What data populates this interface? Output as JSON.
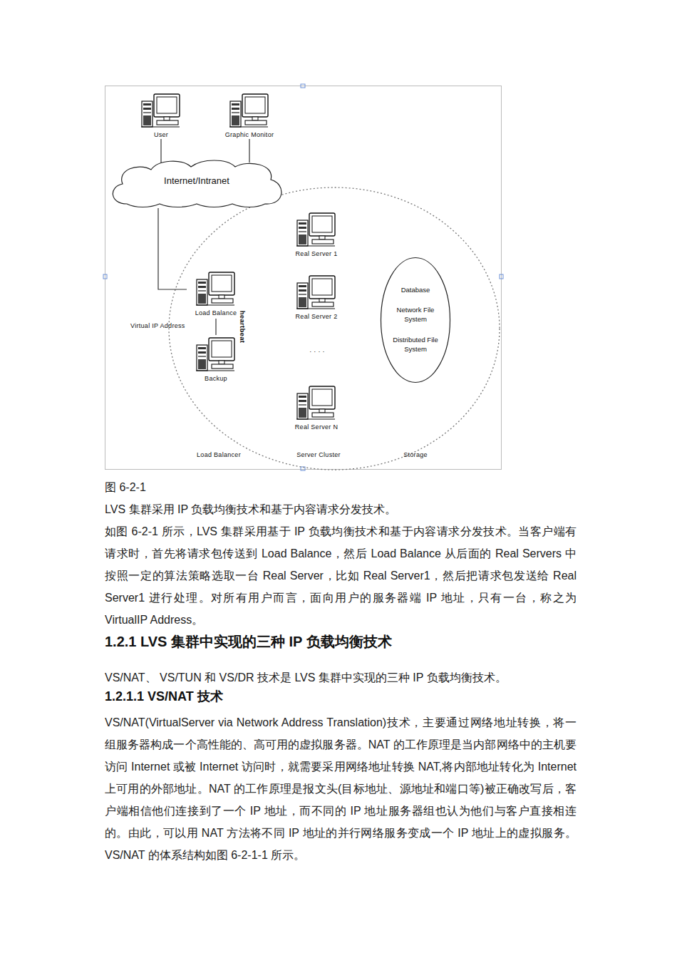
{
  "diagram": {
    "caption": "图 6-2-1",
    "nodes": [
      {
        "text": [
          "User"
        ]
      },
      {
        "text": [
          "Graphic Monitor"
        ]
      },
      {
        "text": [
          "Internet/Intranet"
        ]
      },
      {
        "text": [
          "Load Balance"
        ]
      },
      {
        "text": [
          "Backup"
        ]
      },
      {
        "text": [
          "Real Server 1"
        ]
      },
      {
        "text": [
          "Real Server 2"
        ]
      },
      {
        "text": [
          "Real Server N"
        ]
      },
      {
        "text": [
          "Database",
          "Network File System",
          "Distributed File System"
        ]
      }
    ],
    "edges": [
      {
        "from": 0,
        "to": 2,
        "arrow": "none"
      },
      {
        "from": 1,
        "to": 2,
        "arrow": "none"
      },
      {
        "from": 2,
        "to": 3,
        "arrow": "none"
      },
      {
        "from": 3,
        "to": 4,
        "label": "heartbeat",
        "arrow": "none"
      }
    ],
    "labels": [
      "Virtual IP Address",
      "· · · ·",
      "Load Balancer",
      "Server Cluster",
      "Storage",
      "LVS 集群采用 IP 负载均衡技术和基于内容请求分发技术。",
      "如图 6-2-1 所示，LVS 集群采用基于 IP 负载均衡技术和基于内容请求分发技术。当客户端有请求时，首先将请求包传送到 Load Balance，然后 Load Balance 从后面的 Real Servers 中按照一定的算法策略选取一台 Real Server，比如 Real Server1，然后把请求包发送给 Real Server1 进行处理。对所有用户而言，面向用户的服务器端 IP 地址，只有一台，称之为 VirtualIP Address。",
      "1.2.1 LVS 集群中实现的三种 IP 负载均衡技术",
      "VS/NAT、 VS/TUN 和 VS/DR 技术是 LVS 集群中实现的三种 IP 负载均衡技术。",
      "1.2.1.1 VS/NAT 技术",
      "VS/NAT(VirtualServer via Network Address Translation)技术，主要通过网络地址转换，将一组服务器构成一个高性能的、高可用的虚拟服务器。NAT 的工作原理是当内部网络中的主机要访问 Internet 或被 Internet 访问时，就需要采用网络地址转换 NAT,将内部地址转化为 Internet 上可用的外部地址。NAT 的工作原理是报文头(目标地址、源地址和端口等)被正确改写后，客户端相信他们连接到了一个 IP 地址，而不同的 IP 地址服务器组也认为他们与客户直接相连的。由此，可以用 NAT 方法将不同 IP 地址的并行网络服务变成一个 IP 地址上的虚拟服务。VS/NAT 的体系结构如图 6-2-1-1 所示。"
    ]
  }
}
